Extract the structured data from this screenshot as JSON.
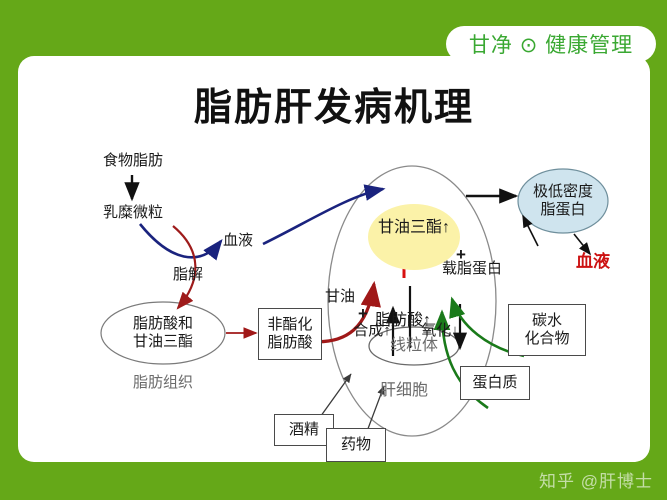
{
  "brand": {
    "badge_text": "甘净 ⊙ 健康管理",
    "badge_icon": "circle-dot-icon",
    "color": "#3aa832"
  },
  "page": {
    "title": "脂肪肝发病机理",
    "background_color": "#65a818",
    "card_color": "#ffffff"
  },
  "watermark": {
    "text": "知乎 @肝博士"
  },
  "diagram": {
    "nodes": {
      "dietary_fat": "食物脂肪",
      "chylomicron": "乳糜微粒",
      "blood_left": "血液",
      "lipolysis": "脂解",
      "adipose_ellipse": "脂肪酸和\n甘油三酯",
      "adipose_tissue": "脂肪组织",
      "nefa_box": "非酯化\n脂肪酸",
      "triglyceride": "甘油三酯↑",
      "plus_top": "+",
      "apolipoprotein": "载脂蛋白",
      "vldl": "极低密度\n脂蛋白",
      "blood_right": "血液",
      "glycerol": "甘油",
      "plus_mid": "+",
      "fatty_acid": "脂肪酸↑",
      "synthesis": "合成↑",
      "oxidation": "氧化↓",
      "mitochondria": "线粒体",
      "hepatocyte": "肝细胞",
      "carbohydrate_box": "碳水\n化合物",
      "protein_box": "蛋白质",
      "alcohol_box": "酒精",
      "drug_box": "药物"
    },
    "colors": {
      "blood_arrow": "#1a237e",
      "lipolysis_arrow": "#9e1b1b",
      "nefa_arrow": "#a01818",
      "nutrient_arrow": "#1a7a1a",
      "black_arrow": "#111111",
      "highlight": "#fbf2a8",
      "vldl_fill": "#cfe4ee",
      "blood_text": "#cc1111"
    }
  }
}
